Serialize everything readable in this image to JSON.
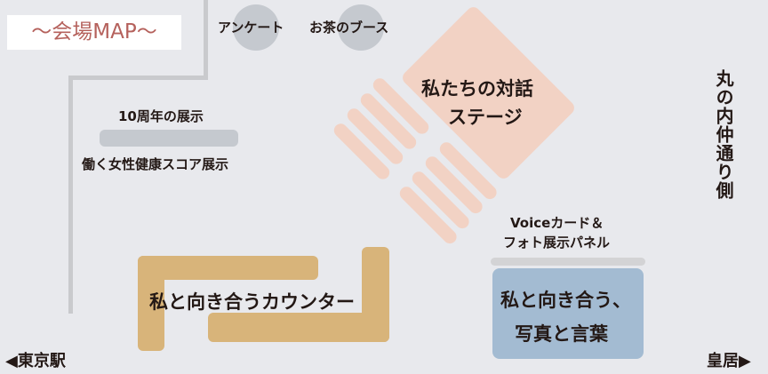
{
  "map": {
    "title": "～会場MAP～",
    "colors": {
      "background": "#e8e9ed",
      "title_text": "#b5615c",
      "walls": "#c9cacd",
      "booth_gray": "#c5c9cf",
      "stage_pink": "#f2d2c4",
      "counter_gold": "#d8b47a",
      "photo_blue": "#a3bbd2"
    },
    "booths": {
      "survey": "アンケート",
      "tea": "お茶のブース"
    },
    "exhibits": {
      "anniversary": "10周年の展示",
      "health_score": "働く女性健康スコア展示"
    },
    "stage": {
      "line1": "私たちの対話",
      "line2": "ステージ"
    },
    "voice_panel": {
      "line1": "Voiceカード＆",
      "line2": "フォト展示パネル"
    },
    "counter": "私と向き合うカウンター",
    "photo_words": {
      "line1": "私と向き合う、",
      "line2": "写真と言葉"
    },
    "street": "丸の内仲通り側",
    "directions": {
      "left": "◀東京駅",
      "right": "皇居▶"
    }
  }
}
